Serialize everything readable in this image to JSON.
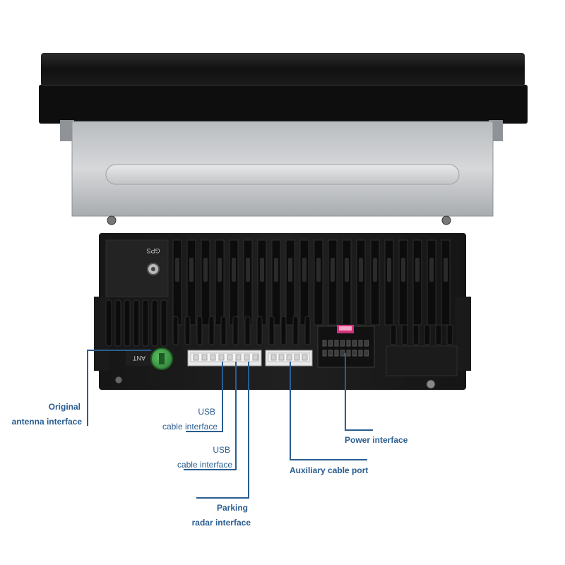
{
  "image_alt": "Rear view of car stereo head unit with labeled connectors",
  "embossed": {
    "gps": "GPS",
    "ant": "ANT"
  },
  "colors": {
    "callout_line": "#2a5d90",
    "callout_text": "#2a5d90",
    "antenna_port": "#3c9a44",
    "power_latch": "#d0307a"
  },
  "callouts": [
    {
      "id": "antenna",
      "lines": [
        "Original",
        "antenna interface"
      ]
    },
    {
      "id": "usb1",
      "lines": [
        "USB",
        "cable interface"
      ]
    },
    {
      "id": "usb2",
      "lines": [
        "USB",
        "cable interface"
      ]
    },
    {
      "id": "parking",
      "lines": [
        "Parking",
        "radar interface"
      ]
    },
    {
      "id": "aux",
      "lines": [
        "Auxiliary cable port"
      ]
    },
    {
      "id": "power",
      "lines": [
        "Power interface"
      ]
    }
  ]
}
